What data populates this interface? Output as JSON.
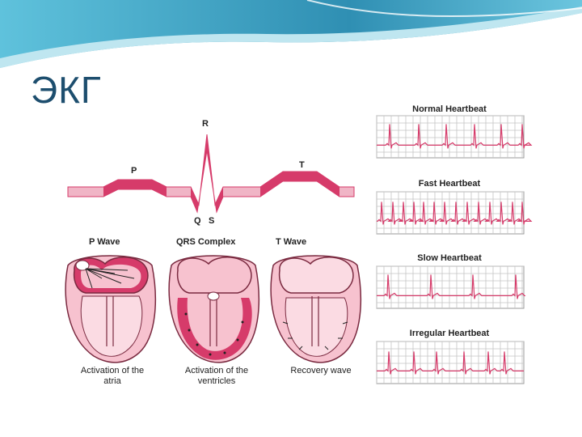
{
  "slide": {
    "title": "ЭКГ"
  },
  "ecg_wave": {
    "labels": {
      "p": "P",
      "r": "R",
      "q": "Q",
      "s": "S",
      "t": "T"
    }
  },
  "heart_panels": [
    {
      "title": "P Wave",
      "caption_line1": "Activation of the",
      "caption_line2": "atria"
    },
    {
      "title": "QRS Complex",
      "caption_line1": "Activation of the",
      "caption_line2": "ventricles"
    },
    {
      "title": "T Wave",
      "caption_line1": "Recovery wave",
      "caption_line2": ""
    }
  ],
  "rhythm_strips": [
    {
      "title": "Normal Heartbeat"
    },
    {
      "title": "Fast Heartbeat"
    },
    {
      "title": "Slow Heartbeat"
    },
    {
      "title": "Irregular Heartbeat"
    }
  ],
  "colors": {
    "wave_fill": "#d63b6a",
    "band_fill": "#f0b5c6",
    "heart_fill": "#f7c2cf",
    "heart_dark": "#d63b6a",
    "grid_line": "#b9b9b9",
    "title_color": "#1d4e6e",
    "swoosh_top": "#3a9fbf",
    "swoosh_light": "#a8dcea"
  },
  "icons": {
    "header_decoration": "blue-wave-swoosh"
  }
}
